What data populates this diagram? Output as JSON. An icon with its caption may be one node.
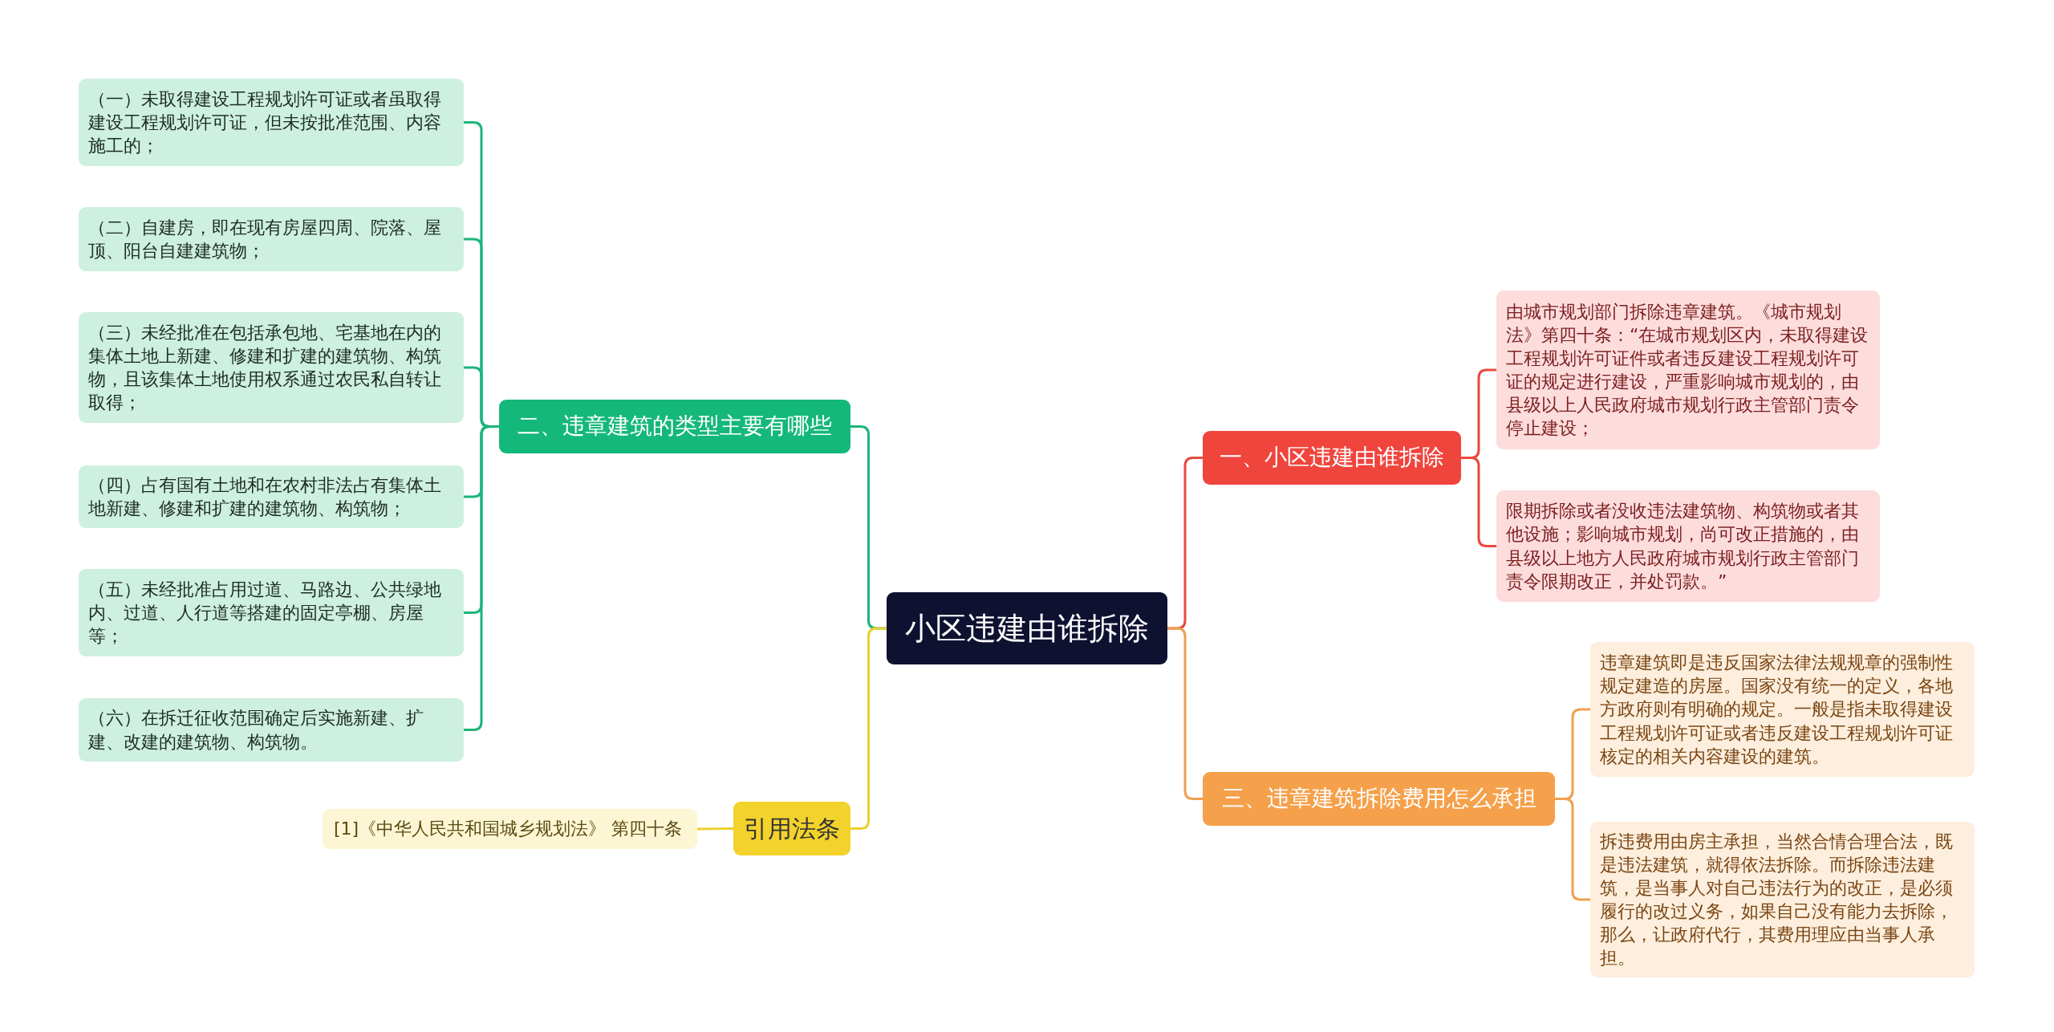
{
  "diagram": {
    "nodes": [
      {
        "text": [
          "小区违建由谁拆除"
        ]
      },
      {
        "text": [
          "一、小区违建由谁拆除"
        ]
      },
      {
        "text": [
          "由城市规划部门拆除违章建筑。《城市规划法》第四十条：“在城市规划区内，未取得建设工程规划许可证件或者违反建设工程规划许可证的规定进行建设，严重影响城市规划的，由县级以上人民政府城市规划行政主管部门责令停止建设；"
        ]
      },
      {
        "text": [
          "限期拆除或者没收违法建筑物、构筑物或者其他设施；影响城市规划，尚可改正措施的，由县级以上地方人民政府城市规划行政主管部门责令限期改正，并处罚款。”"
        ]
      },
      {
        "text": [
          "三、违章建筑拆除费用怎么承担"
        ]
      },
      {
        "text": [
          "违章建筑即是违反国家法律法规规章的强制性规定建造的房屋。国家没有统一的定义，各地方政府则有明确的规定。一般是指未取得建设工程规划许可证或者违反建设工程规划许可证核定的相关内容建设的建筑。"
        ]
      },
      {
        "text": [
          "拆违费用由房主承担，当然合情合理合法，既是违法建筑，就得依法拆除。而拆除违法建筑，是当事人对自己违法行为的改正，是必须履行的改过义务，如果自己没有能力去拆除，那么，让政府代行，其费用理应由当事人承担。"
        ]
      },
      {
        "text": [
          "二、违章建筑的类型主要有哪些"
        ]
      },
      {
        "text": [
          "（一）未取得建设工程规划许可证或者虽取得建设工程规划许可证，但未按批准范围、内容施工的；"
        ]
      },
      {
        "text": [
          "（二）自建房，即在现有房屋四周、院落、屋顶、阳台自建建筑物；"
        ]
      },
      {
        "text": [
          "（三）未经批准在包括承包地、宅基地在内的集体土地上新建、修建和扩建的建筑物、构筑物，且该集体土地使用权系通过农民私自转让取得；"
        ]
      },
      {
        "text": [
          "（四）占有国有土地和在农村非法占有集体土地新建、修建和扩建的建筑物、构筑物；"
        ]
      },
      {
        "text": [
          "（五）未经批准占用过道、马路边、公共绿地内、过道、人行道等搭建的固定亭棚、房屋等；"
        ]
      },
      {
        "text": [
          "（六）在拆迁征收范围确定后实施新建、扩建、改建的建筑物、构筑物。"
        ]
      },
      {
        "text": [
          "引用法条"
        ]
      },
      {
        "text": [
          "[1]《中华人民共和国城乡规划法》 第四十条"
        ]
      }
    ],
    "edges": [
      {
        "from": 0,
        "to": 1,
        "arrow": "none",
        "color": "#e84a3f"
      },
      {
        "from": 1,
        "to": 2,
        "arrow": "none",
        "color": "#e84a3f"
      },
      {
        "from": 1,
        "to": 3,
        "arrow": "none",
        "color": "#e84a3f"
      },
      {
        "from": 0,
        "to": 4,
        "arrow": "none",
        "color": "#f0a050"
      },
      {
        "from": 4,
        "to": 5,
        "arrow": "none",
        "color": "#f0a050"
      },
      {
        "from": 4,
        "to": 6,
        "arrow": "none",
        "color": "#f0a050"
      },
      {
        "from": 0,
        "to": 7,
        "arrow": "none",
        "color": "#1bb57a"
      },
      {
        "from": 7,
        "to": 8,
        "arrow": "none",
        "color": "#1bb57a"
      },
      {
        "from": 7,
        "to": 9,
        "arrow": "none",
        "color": "#1bb57a"
      },
      {
        "from": 7,
        "to": 10,
        "arrow": "none",
        "color": "#1bb57a"
      },
      {
        "from": 7,
        "to": 11,
        "arrow": "none",
        "color": "#1bb57a"
      },
      {
        "from": 7,
        "to": 12,
        "arrow": "none",
        "color": "#1bb57a"
      },
      {
        "from": 7,
        "to": 13,
        "arrow": "none",
        "color": "#1bb57a"
      },
      {
        "from": 0,
        "to": 14,
        "arrow": "none",
        "color": "#ecd030"
      },
      {
        "from": 14,
        "to": 15,
        "arrow": "none",
        "color": "#ecd030"
      }
    ]
  }
}
